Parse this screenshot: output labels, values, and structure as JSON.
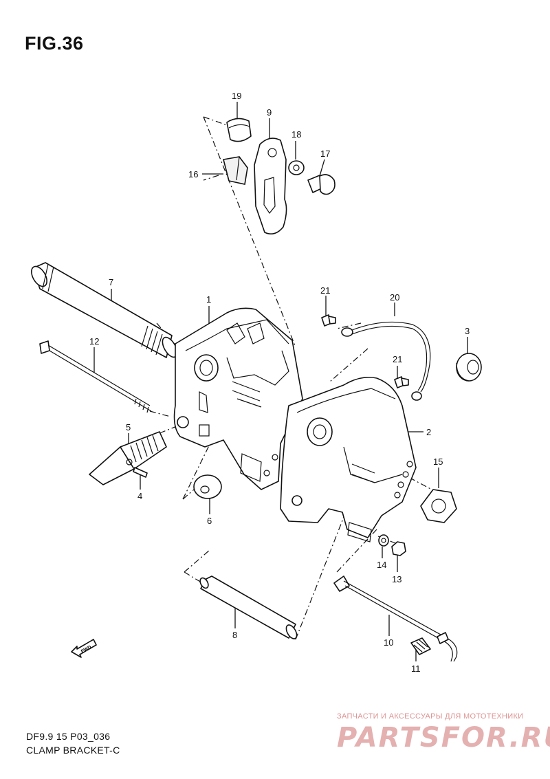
{
  "figure": {
    "title": "FIG.36"
  },
  "footer": {
    "model_code": "DF9.9 15 P03_036",
    "group_name": "CLAMP BRACKET-C"
  },
  "fwd_marker": {
    "label": "FWD"
  },
  "watermark": {
    "tagline": "ЗАПЧАСТИ И АКСЕССУАРЫ ДЛЯ МОТОТЕХНИКИ",
    "site": "PARTSFOR.RU"
  },
  "part_numbers": [
    "19",
    "9",
    "18",
    "17",
    "16",
    "7",
    "1",
    "21",
    "20",
    "3",
    "12",
    "21",
    "5",
    "2",
    "15",
    "4",
    "6",
    "14",
    "13",
    "8",
    "10",
    "11"
  ]
}
